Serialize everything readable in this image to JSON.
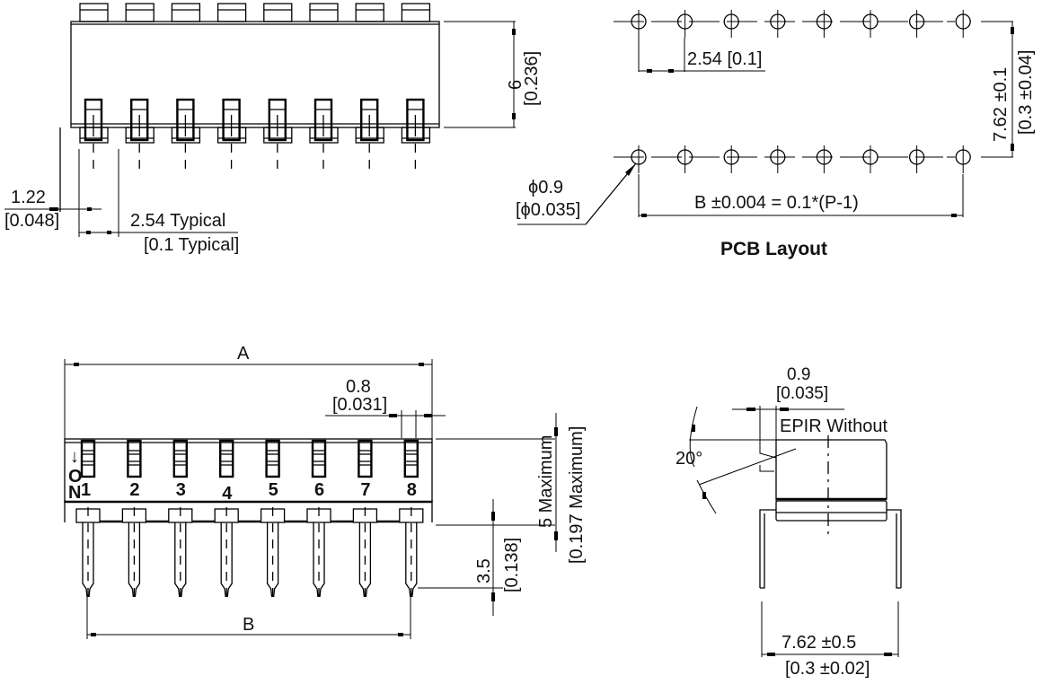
{
  "drawing": {
    "switch_count": 8,
    "top_view": {
      "height_label": "6",
      "height_label_in": "[0.236]",
      "edge_offset_label": "1.22",
      "edge_offset_label_in": "[0.048]",
      "pitch_label": "2.54 Typical",
      "pitch_label_in": "[0.1 Typical]"
    },
    "pcb_layout": {
      "title": "PCB Layout",
      "pitch_label": "2.54 [0.1]",
      "row_spacing_label": "7.62 ±0.1",
      "row_spacing_label_in": "[0.3 ±0.04]",
      "hole_label": "ϕ0.9",
      "hole_label_in": "[ϕ0.035]",
      "span_label": "B ±0.004 = 0.1*(P-1)"
    },
    "front_view": {
      "width_label": "A",
      "gap_label": "0.8",
      "gap_label_in": "[0.031]",
      "on_marker": [
        "O",
        "N"
      ],
      "switch_numbers": [
        "1",
        "2",
        "3",
        "4",
        "5",
        "6",
        "7",
        "8"
      ],
      "height_label": "5 Maximum",
      "height_label_in": "[0.197 Maximum]",
      "pin_length_label": "3.5",
      "pin_length_label_in": "[0.138]",
      "pin_span_label": "B"
    },
    "side_view": {
      "offset_label": "0.9",
      "offset_label_in": "[0.035]",
      "note": "EPIR Without",
      "angle_label": "20°",
      "pin_span_label": "7.62 ±0.5",
      "pin_span_label_in": "[0.3 ±0.02]"
    }
  }
}
